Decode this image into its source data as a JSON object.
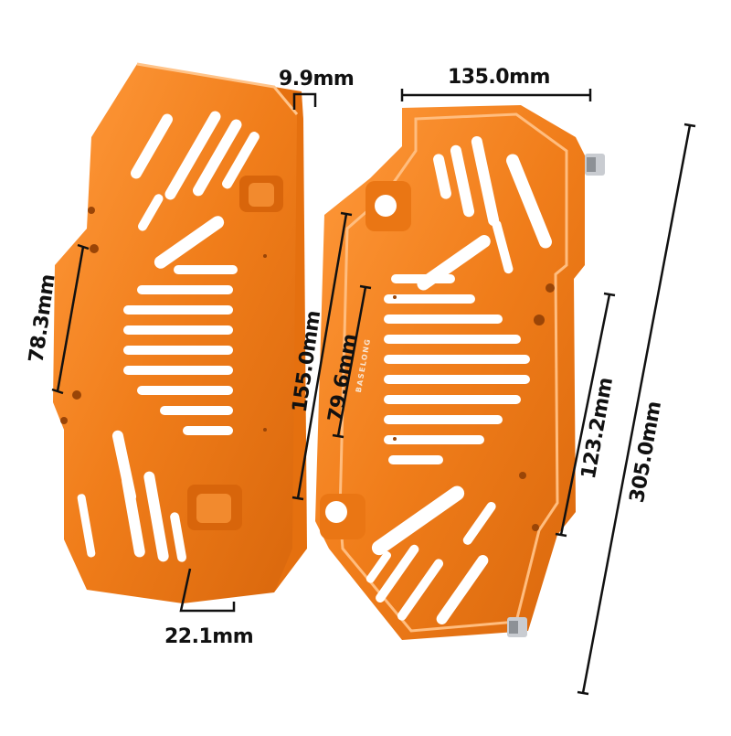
{
  "product": {
    "brand": "BASELONG",
    "color": "#f07d1a",
    "color_dark": "#c95a08",
    "color_light": "#ffa34d"
  },
  "dimensions": {
    "thickness": "9.9mm",
    "width": "135.0mm",
    "left_bracket_spacing": "78.3mm",
    "inner_height": "155.0mm",
    "center_bracket_spacing": "79.6mm",
    "right_bracket_spacing": "123.2mm",
    "total_height": "305.0mm",
    "depth": "22.1mm"
  }
}
